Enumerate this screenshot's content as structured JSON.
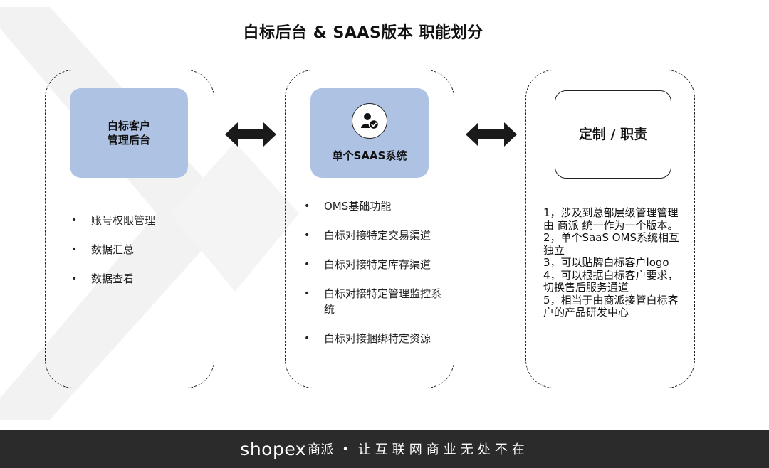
{
  "title": "白标后台 & SAAS版本 职能划分",
  "panels": [
    {
      "header": [
        "白标客户",
        "管理后台"
      ],
      "items": [
        "账号权限管理",
        "数据汇总",
        "数据查看"
      ]
    },
    {
      "header_icon": "user-check-icon",
      "header": [
        "单个SAAS系统"
      ],
      "items": [
        "OMS基础功能",
        "白标对接特定交易渠道",
        "白标对接特定库存渠道",
        "白标对接特定管理监控系统",
        "白标对接捆绑特定资源"
      ]
    },
    {
      "header": [
        "定制 / 职责"
      ],
      "notes": [
        "1，涉及到总部层级管理管理由 商派 统一作为一个版本。",
        "2，单个SaaS OMS系统相互独立",
        "3，可以贴牌白标客户logo",
        "4，可以根据白标客户要求，切换售后服务通道",
        "5，相当于由商派接管白标客户的产品研发中心"
      ]
    }
  ],
  "bullet_symbol": "•",
  "connector_icon": "double-arrow-icon",
  "footer": {
    "brand": "shopex",
    "brand_cn": "商派",
    "separator": "•",
    "slogan": "让互联网商业无处不在"
  },
  "colors": {
    "header_blue": "#aec3e4",
    "footer_bg": "#2b2b2b",
    "watermark": "#f1f1f1"
  }
}
